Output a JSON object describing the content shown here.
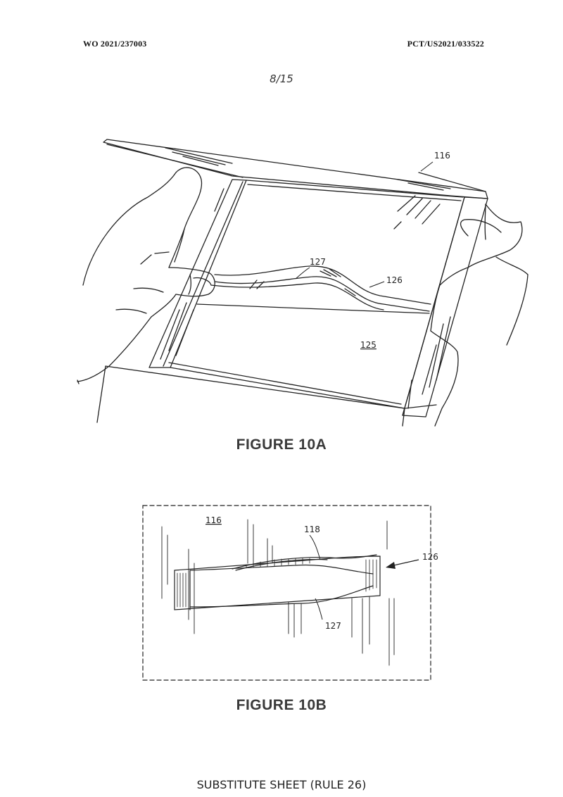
{
  "header": {
    "publication_number": "WO 2021/237003",
    "application_number": "PCT/US2021/033522"
  },
  "sheet_number": "8/15",
  "figure_10a": {
    "caption": "FIGURE 10A",
    "labels": {
      "lid": "116",
      "strip_edge": "127",
      "strip": "126",
      "panel": "125"
    }
  },
  "figure_10b": {
    "caption": "FIGURE 10B",
    "labels": {
      "surface": "116",
      "groove": "118",
      "strip": "126",
      "strip_edge": "127"
    }
  },
  "footer": "SUBSTITUTE SHEET (RULE 26)"
}
